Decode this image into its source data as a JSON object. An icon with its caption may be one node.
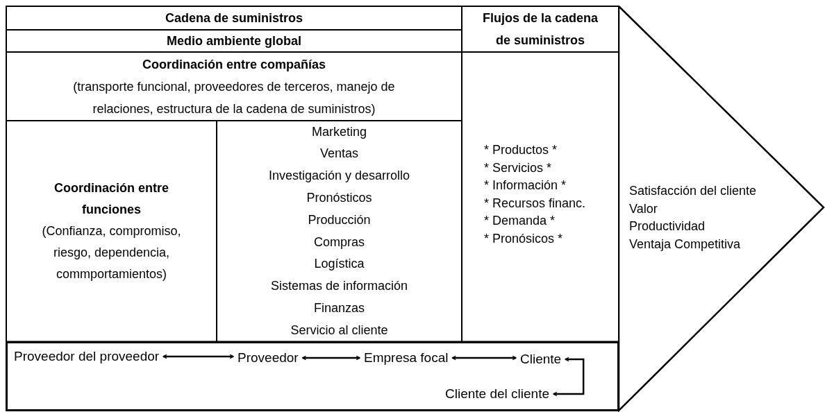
{
  "diagram": {
    "nodes": [
      {
        "text": [
          "Cadena de suministros"
        ]
      },
      {
        "text": [
          "Medio ambiente global"
        ]
      },
      {
        "text": [
          "Coordinación entre compañías",
          "(transporte funcional, proveedores de terceros, manejo de relaciones, estructura de la cadena de suministros)"
        ]
      },
      {
        "text": [
          "Coordinación entre funciones",
          "(Confianza, compromiso, riesgo, dependencia, commportamientos)"
        ]
      },
      {
        "text": [
          "Marketing",
          "Ventas",
          "Investigación y desarrollo",
          "Pronósticos",
          "Producción",
          "Compras",
          "Logística",
          "Sistemas de información",
          "Finanzas",
          "Servicio al cliente"
        ]
      },
      {
        "text": [
          "Flujos de la cadena de suministros"
        ]
      },
      {
        "text": [
          "* Productos *",
          "* Servicios *",
          "* Información *",
          "* Recursos financ.",
          "* Demanda *",
          "* Pronósicos *"
        ]
      },
      {
        "text": [
          "Satisfacción del cliente",
          "Valor",
          "Productividad",
          "Ventaja Competitiva"
        ]
      },
      {
        "text": [],
        "shape": "box"
      },
      {
        "text": [
          "Proveedor del proveedor"
        ],
        "in": 8
      },
      {
        "text": [
          "Proveedor"
        ],
        "in": 8
      },
      {
        "text": [
          "Empresa focal"
        ],
        "in": 8
      },
      {
        "text": [
          "Cliente"
        ],
        "in": 8
      },
      {
        "text": [
          "Cliente del cliente"
        ],
        "in": 8
      }
    ],
    "edges": [
      {
        "from": 9,
        "to": 10,
        "arrow": "both"
      },
      {
        "from": 10,
        "to": 11,
        "arrow": "both"
      },
      {
        "from": 11,
        "to": 12,
        "arrow": "both"
      },
      {
        "from": 12,
        "to": 13,
        "arrow": "both"
      }
    ]
  }
}
